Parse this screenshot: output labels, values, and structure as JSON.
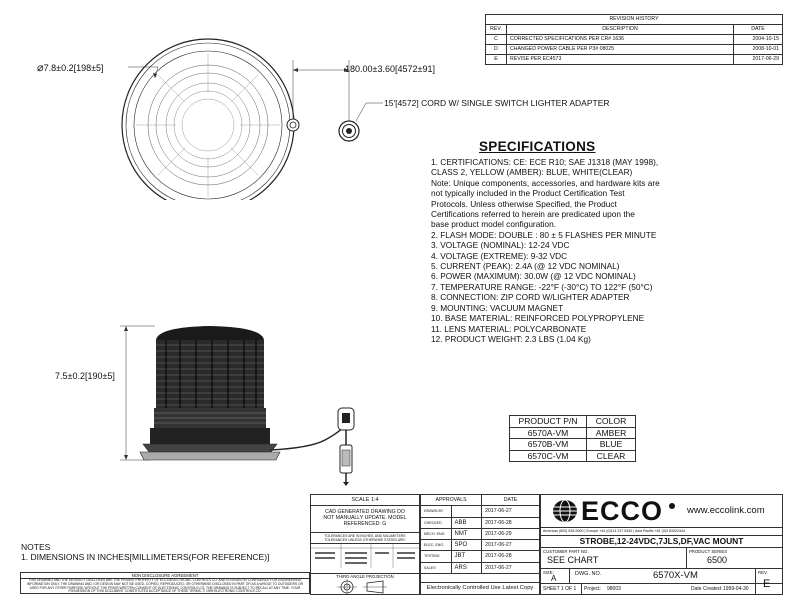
{
  "revision_history": {
    "title": "REVISION HISTORY",
    "headers": [
      "REV.",
      "DESCRIPTION",
      "DATE"
    ],
    "rows": [
      {
        "rev": "C",
        "desc": "CORRECTED SPECIFICATIONS PER CR# 1636",
        "date": "2004-10-15"
      },
      {
        "rev": "D",
        "desc": "CHANGED POWER CABLE PER P3# 08025",
        "date": "2008-10-01"
      },
      {
        "rev": "E",
        "desc": "REVISE PER EC4573",
        "date": "2017-06-29"
      }
    ]
  },
  "dimensions": {
    "diameter_symbol": "⌀",
    "diameter": "7.8±0.2[198±5]",
    "cord_length": "180.00±3.60[4572±91]",
    "cord_label": "15'[4572] CORD W/ SINGLE SWITCH LIGHTER ADAPTER",
    "height": "7.5±0.2[190±5]"
  },
  "specifications": {
    "title": "SPECIFICATIONS",
    "items": [
      "1.    CERTIFICATIONS: CE: ECE R10; SAE J1318 (MAY 1998),",
      "       CLASS 2, YELLOW (AMBER): BLUE, WHITE(CLEAR)",
      "   Note:   Unique components, accessories, and hardware kits are",
      "              not typically included in the Product Certification Test",
      "              Protocols.  Unless otherwise Specified, the Product",
      "              Certifications referred to herein are predicated upon the",
      "              base product model configuration.",
      "2.  FLASH MODE: DOUBLE : 80 ± 5 FLASHES PER MINUTE",
      "3.  VOLTAGE (NOMINAL): 12-24 VDC",
      "4.  VOLTAGE (EXTREME): 9-32 VDC",
      "5.  CURRENT (PEAK): 2.4A (@ 12 VDC NOMINAL)",
      "6.  POWER (MAXIMUM): 30.0W (@ 12 VDC NOMINAL)",
      "7.  TEMPERATURE RANGE: -22°F (-30°C) TO 122°F (50°C)",
      "8.  CONNECTION: ZIP CORD W/LIGHTER ADAPTER",
      "9.  MOUNTING: VACUUM MAGNET",
      "10. BASE MATERIAL: REINFORCED POLYPROPYLENE",
      "11. LENS MATERIAL: POLYCARBONATE",
      "12. PRODUCT WEIGHT: 2.3 LBS (1.04 Kg)"
    ]
  },
  "product_table": {
    "headers": [
      "PRODUCT P/N",
      "COLOR"
    ],
    "rows": [
      {
        "pn": "6570A-VM",
        "color": "AMBER"
      },
      {
        "pn": "6570B-VM",
        "color": "BLUE"
      },
      {
        "pn": "6570C-VM",
        "color": "CLEAR"
      }
    ]
  },
  "notes": {
    "title": "NOTES",
    "item": "1.  DIMENSIONS IN INCHES[MILLIMETERS(FOR REFERENCE)]"
  },
  "title_block": {
    "scale": "SCALE 1:4",
    "cad_note": "CAD GENERATED DRAWING DO NOT MANUALLY UPDATE. MODEL REFERENCED: G",
    "tolerance_note": "TOLERANCES ARE IN INCHES, AND MILLIMETERS TOLERANCES UNLESS OTHERWISE STATED ARE:",
    "approvals_header": "APPROVALS",
    "date_header": "DATE",
    "approvals": [
      {
        "role": "DRAWN BY",
        "name": "",
        "date": "2017-06-27"
      },
      {
        "role": "CHECKED",
        "name": "ABB",
        "date": "2017-06-28"
      },
      {
        "role": "MECH. ENG.",
        "name": "NMT",
        "date": "2017-06-29"
      },
      {
        "role": "ELEC. ENG.",
        "name": "SPO",
        "date": "2017-06-27"
      },
      {
        "role": "TESTING",
        "name": "JBT",
        "date": "2017-06-28"
      },
      {
        "role": "SALES",
        "name": "ARS",
        "date": "2017-06-27"
      }
    ],
    "third_angle": "THIRD ANGLE PROJECTION",
    "brand": "ECCO",
    "website": "www.eccolink.com",
    "contact": "Americas (800) 635-5900  |  Europe +44 (0)113 237 5340  |  Asia Pacific +61 (0)3 83322444",
    "drawing_title": "STROBE,12-24VDC,7JLS,DF,VAC MOUNT",
    "customer_pn_label": "CUSTOMER PART NO.",
    "customer_pn": "SEE CHART",
    "product_series_label": "PRODUCT SERIES",
    "product_series": "6500",
    "size_label": "SIZE:",
    "size": "A",
    "dwg_label": "DWG. NO.",
    "dwg_no": "6570X-VM",
    "rev_label": "REV.",
    "rev": "E",
    "sheet": "SHEET 1 OF 1",
    "project_label": "Project:",
    "project": "98003",
    "date_created_label": "Date Created:",
    "date_created": "1999-04-30",
    "controlled": "Electronically Controlled Use Latest Copy",
    "nda_title": "NON DISCLOSURE AGREEMENT",
    "nda_text": "THIS DRAWING AND THE DESIGN IT DISCLOSES ARE THE PRIVATE PROPERTY OF ECCO/ELECTRONIC CONTROLS CO. AND IS ISSUED IN CONFIDENCE FOR ENGINEERING INFORMATION ONLY. THE DRAWING AND / OR DESIGN MAY NOT BE USED, COPIED, REPRODUCED, OR OTHERWISE DISCLOSED IN PART OR AS A WHOLE TO OUTSIDERS OR USED FOR ANY OTHER PURPOSE WITHOUT THE PRIOR WRITTEN CONSENT OF ELECTRONIC CONTROLS CO. THE DRAWING IS SUBJECT TO RECALL AT ANY TIME. YOUR POSSESSION OF THIS DOCUMENT CONSTITUTES ACCEPTANCE OF THESE TERMS. © 1999 ELECTRONIC CONTROLS CO."
  }
}
